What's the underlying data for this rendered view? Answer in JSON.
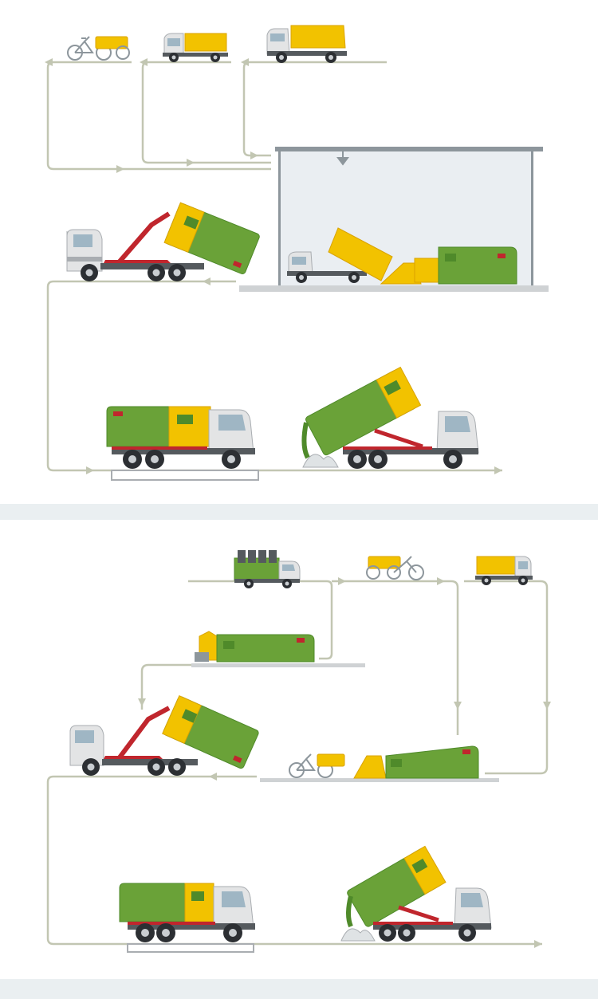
{
  "diagram": {
    "title": "",
    "colors": {
      "flow_line": "#c2c6b2",
      "container_green": "#6aa238",
      "container_dark": "#4f8a2a",
      "yellow": "#f2c200",
      "yellow_dark": "#d9a300",
      "cab": "#e3e4e5",
      "cab_shade": "#a9adb1",
      "chassis": "#555a5e",
      "arm_red": "#c0262d",
      "wheel": "#2c2f33",
      "hub": "#c9cdd1",
      "building_fill": "#eaeef2",
      "building_edge": "#8d969c",
      "ground": "#cfd2d4",
      "band": "#eaeff1"
    },
    "panels": [
      {
        "id": "centralized-transfer-station",
        "collection_vehicles": [
          "tricycle",
          "electric-minivan",
          "light-tipper-truck"
        ],
        "transfer": "station-compactor",
        "transport": [
          "hook-lift-pickup",
          "haul-to-site",
          "hook-lift-tipping"
        ]
      },
      {
        "id": "decentralized-compaction-point",
        "collection_vehicles": [
          "bin-lifter-truck",
          "tricycle",
          "electric-minivan"
        ],
        "transfer": "mobile-compactor",
        "transport": [
          "hook-lift-pickup",
          "haul-to-site",
          "hook-lift-tipping"
        ]
      }
    ]
  }
}
